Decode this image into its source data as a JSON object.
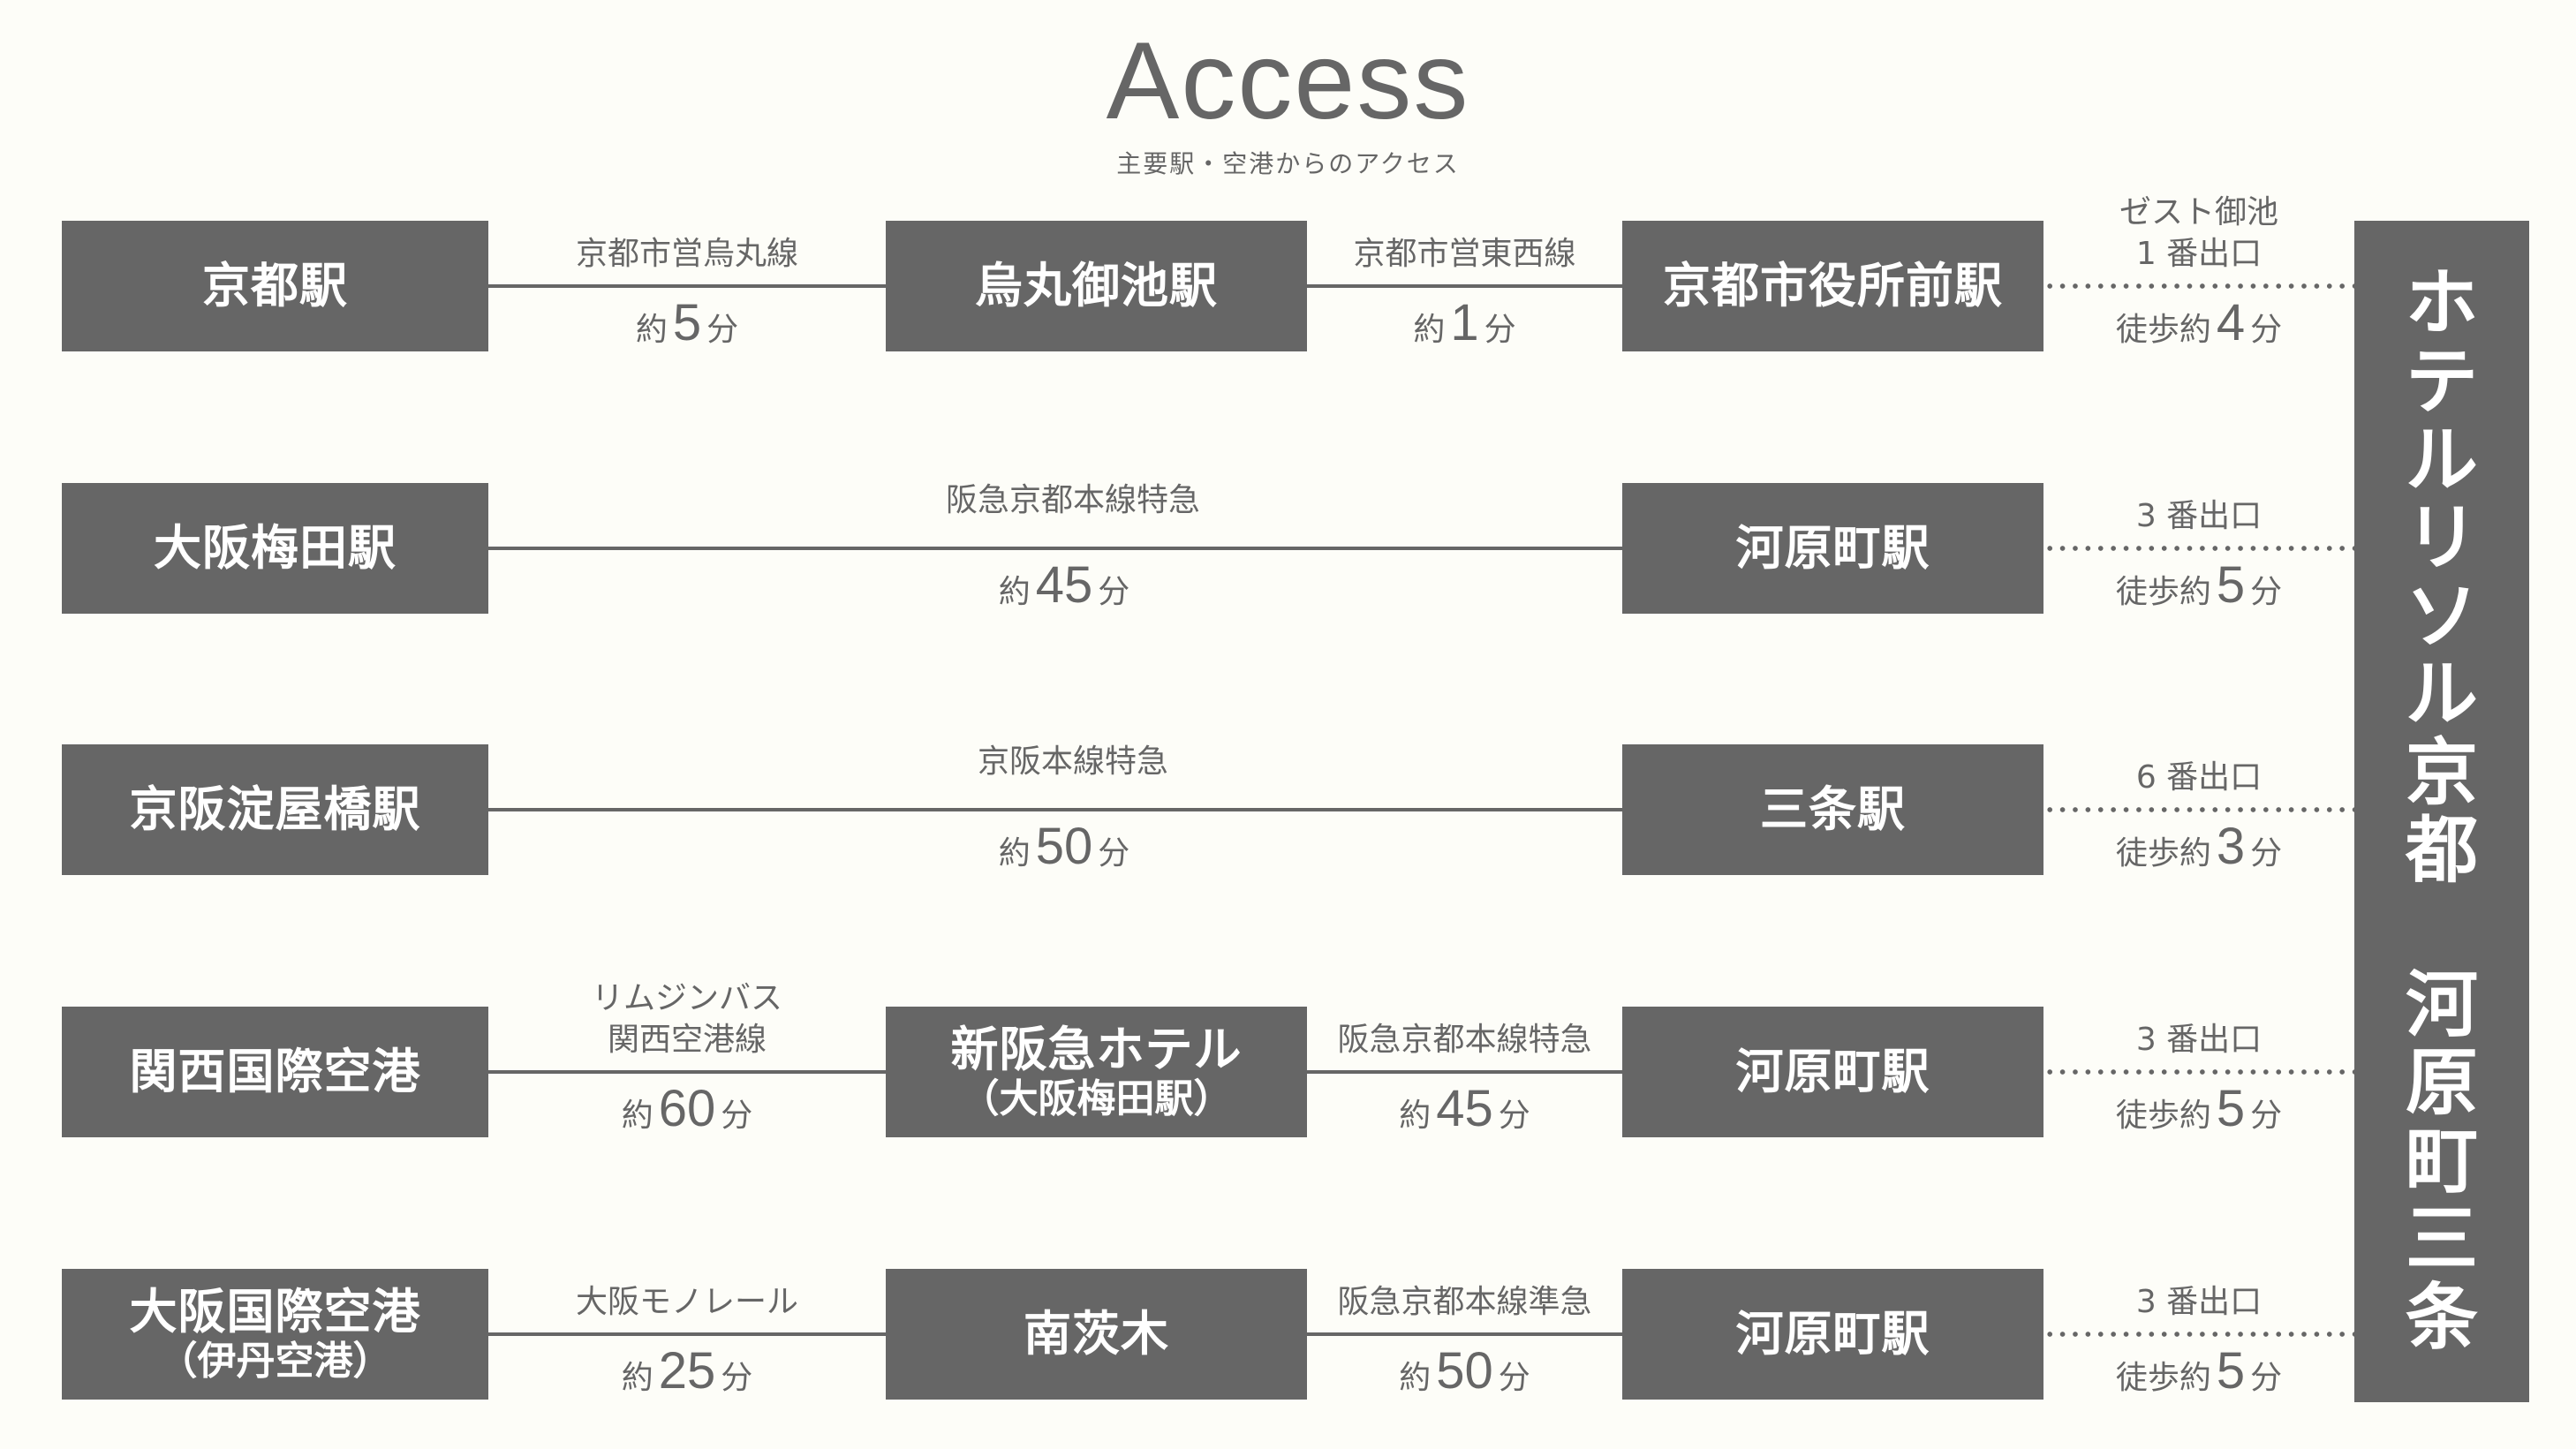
{
  "header": {
    "title": "Access",
    "subtitle": "主要駅・空港からのアクセス"
  },
  "hotel": {
    "name_line1": "ホテルリソル京都",
    "name_line2": "河原町三条"
  },
  "time_prefix": "約",
  "walk_prefix": "徒歩約",
  "time_unit": "分",
  "routes": [
    {
      "origin": {
        "main": "京都駅",
        "sub": ""
      },
      "leg1": {
        "line": [
          "京都市営烏丸線"
        ],
        "minutes": "5"
      },
      "transfer": {
        "main": "烏丸御池駅",
        "sub": ""
      },
      "leg2": {
        "line": [
          "京都市営東西線"
        ],
        "minutes": "1"
      },
      "arrival": {
        "main": "京都市役所前駅"
      },
      "walk": {
        "exit": [
          "ゼスト御池",
          "1 番出口"
        ],
        "minutes": "4"
      }
    },
    {
      "origin": {
        "main": "大阪梅田駅",
        "sub": ""
      },
      "leg1": {
        "line": [
          "阪急京都本線特急"
        ],
        "minutes": "45"
      },
      "arrival": {
        "main": "河原町駅"
      },
      "walk": {
        "exit": [
          "3 番出口"
        ],
        "minutes": "5"
      }
    },
    {
      "origin": {
        "main": "京阪淀屋橋駅",
        "sub": ""
      },
      "leg1": {
        "line": [
          "京阪本線特急"
        ],
        "minutes": "50"
      },
      "arrival": {
        "main": "三条駅"
      },
      "walk": {
        "exit": [
          "6 番出口"
        ],
        "minutes": "3"
      }
    },
    {
      "origin": {
        "main": "関西国際空港",
        "sub": ""
      },
      "leg1": {
        "line": [
          "リムジンバス",
          "関西空港線"
        ],
        "minutes": "60"
      },
      "transfer": {
        "main": "新阪急ホテル",
        "sub": "（大阪梅田駅）"
      },
      "leg2": {
        "line": [
          "阪急京都本線特急"
        ],
        "minutes": "45"
      },
      "arrival": {
        "main": "河原町駅"
      },
      "walk": {
        "exit": [
          "3 番出口"
        ],
        "minutes": "5"
      }
    },
    {
      "origin": {
        "main": "大阪国際空港",
        "sub": "（伊丹空港）"
      },
      "leg1": {
        "line": [
          "大阪モノレール"
        ],
        "minutes": "25"
      },
      "transfer": {
        "main": "南茨木",
        "sub": ""
      },
      "leg2": {
        "line": [
          "阪急京都本線準急"
        ],
        "minutes": "50"
      },
      "arrival": {
        "main": "河原町駅"
      },
      "walk": {
        "exit": [
          "3 番出口"
        ],
        "minutes": "5"
      }
    }
  ]
}
